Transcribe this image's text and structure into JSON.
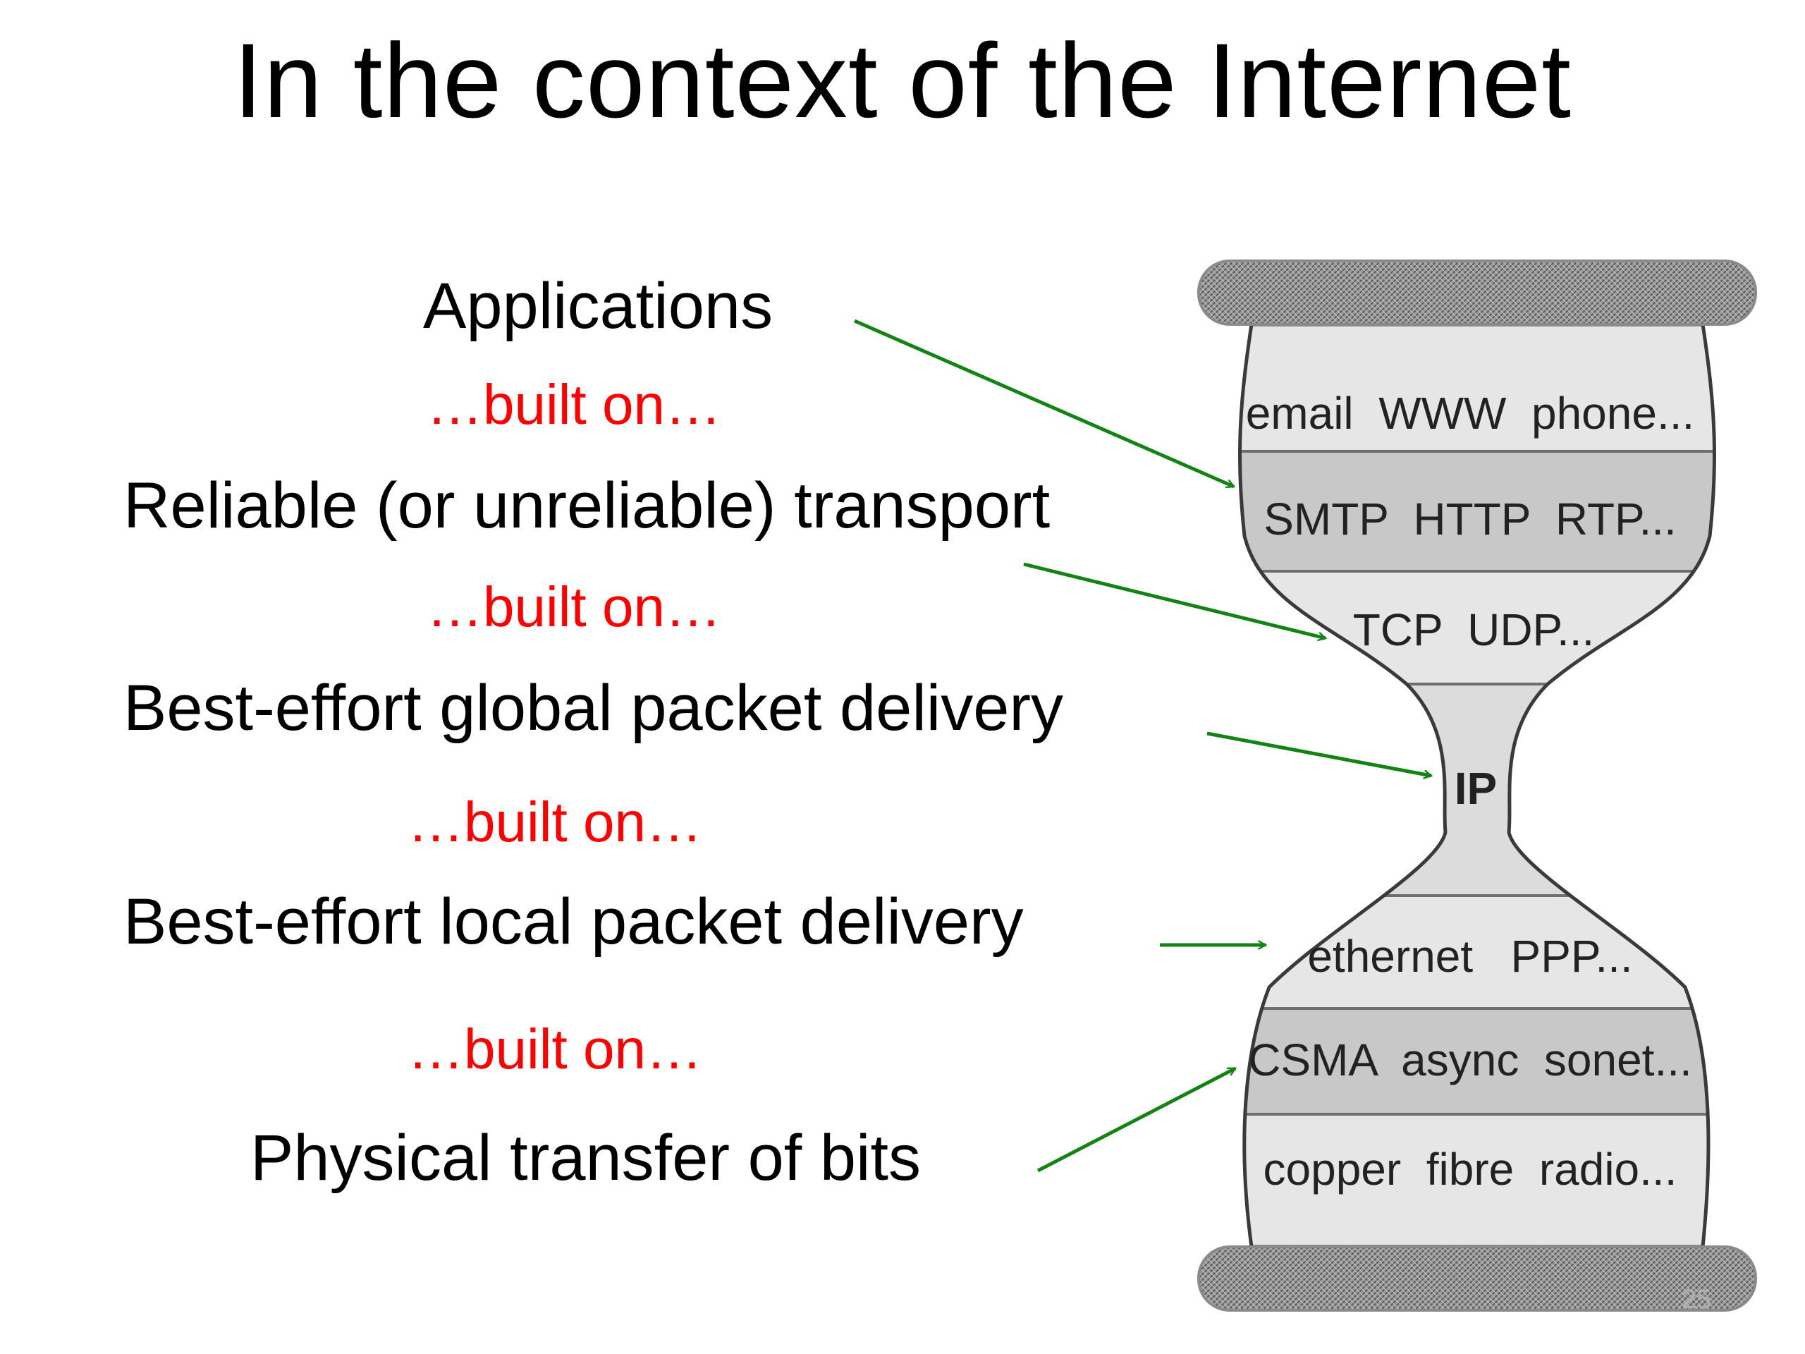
{
  "slide": {
    "title": "In the context of the Internet",
    "number": "25"
  },
  "labels": {
    "applications": "Applications",
    "built_on_1": "…built on…",
    "transport": "Reliable (or unreliable) transport",
    "built_on_2": "…built on…",
    "global": "Best-effort global packet delivery",
    "built_on_3": "…built on…",
    "local": "Best-effort local packet delivery",
    "built_on_4": "…built on…",
    "physical": "Physical transfer of bits"
  },
  "hourglass": {
    "layers": [
      {
        "text": "email  WWW  phone...",
        "shade": "light"
      },
      {
        "text": "SMTP  HTTP  RTP...",
        "shade": "dark"
      },
      {
        "text": "TCP  UDP...",
        "shade": "light"
      },
      {
        "text": "IP",
        "shade": "light"
      },
      {
        "text": "ethernet   PPP...",
        "shade": "light"
      },
      {
        "text": "CSMA  async  sonet...",
        "shade": "dark"
      },
      {
        "text": "copper  fibre  radio...",
        "shade": "light"
      }
    ]
  },
  "colors": {
    "arrow": "#138413",
    "built_on": "#ff0000",
    "layer_light": "#e6e6e6",
    "layer_dark": "#c8c8c8",
    "cap": "#8a8a8a"
  }
}
